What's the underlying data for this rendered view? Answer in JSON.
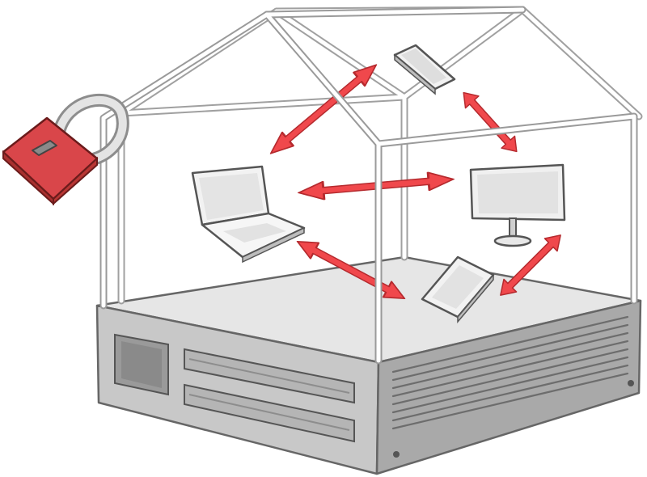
{
  "illustration": {
    "subjects": [
      "house-frame",
      "server-base",
      "padlock",
      "smartphone",
      "laptop",
      "monitor",
      "tablet"
    ],
    "arrow_pairs": [
      [
        "smartphone",
        "laptop"
      ],
      [
        "smartphone",
        "monitor"
      ],
      [
        "laptop",
        "monitor"
      ],
      [
        "laptop",
        "tablet"
      ],
      [
        "tablet",
        "monitor"
      ]
    ]
  },
  "colors": {
    "arrow": "#f0484c",
    "arrow_stroke": "#b52a2e",
    "lock_body": "#d9464a",
    "lock_dark": "#a8302f",
    "frame": "#ffffff",
    "frame_stroke": "#9a9a9a",
    "server_top": "#e6e6e6",
    "server_front": "#c8c8c8",
    "server_side": "#a9a9a9",
    "device_screen": "#e4e4e4",
    "outline": "#555555"
  }
}
